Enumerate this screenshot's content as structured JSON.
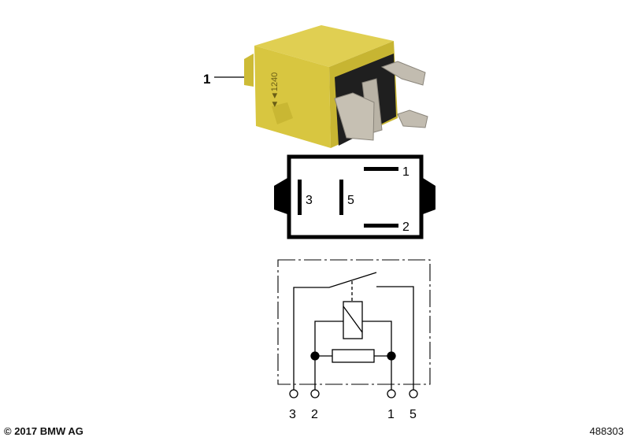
{
  "callout": {
    "number": "1"
  },
  "relay_marking": "1240",
  "pinout": {
    "pins": [
      "3",
      "5",
      "1",
      "2"
    ]
  },
  "schematic": {
    "pins": [
      "3",
      "2",
      "1",
      "5"
    ]
  },
  "footer": {
    "copyright": "© 2017 BMW AG",
    "diagram_id": "488303"
  },
  "colors": {
    "relay_body": "#d8c640",
    "relay_shadow": "#b5a42c",
    "terminal": "#b9b3a6"
  }
}
